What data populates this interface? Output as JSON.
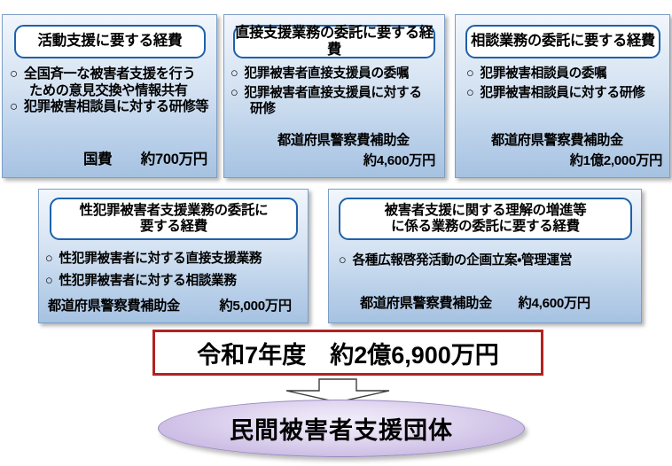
{
  "diagram": {
    "panels": [
      {
        "id": "activity-support",
        "title": "活動支援に要する経費",
        "bullets": [
          {
            "mark": "○",
            "text": "全国斉一な被害者支援を行う"
          },
          {
            "cont": "ための意見交換や情報共有"
          },
          {
            "mark": "○",
            "text": "犯罪被害相談員に対する研修等"
          }
        ],
        "amounts": [
          {
            "label": "国費",
            "value": "約700万円",
            "line": "国費　　約700万円"
          }
        ]
      },
      {
        "id": "direct-support-entrustment",
        "title": "直接支援業務の委託に要する経費",
        "bullets": [
          {
            "mark": "○",
            "text": "犯罪被害者直接支援員の委嘱"
          },
          {
            "mark": "○",
            "text": "犯罪被害者直接支援員に対する"
          },
          {
            "cont": "研修"
          }
        ],
        "amounts": [
          {
            "label": "都道府県警察費補助金",
            "value": "約4,600万円",
            "line": "都道府県警察費補助金"
          },
          {
            "label": "",
            "value": "約4,600万円",
            "line": "約4,600万円"
          }
        ]
      },
      {
        "id": "consultation-entrustment",
        "title": "相談業務の委託に要する経費",
        "bullets": [
          {
            "mark": "○",
            "text": "犯罪被害相談員の委嘱"
          },
          {
            "mark": "○",
            "text": "犯罪被害相談員に対する研修"
          }
        ],
        "amounts": [
          {
            "label": "都道府県警察費補助金",
            "value": "約1億2,000万円",
            "line": "都道府県警察費補助金"
          },
          {
            "label": "",
            "value": "約1億2,000万円",
            "line": "約1億2,000万円"
          }
        ]
      },
      {
        "id": "sex-crime-victim-support",
        "title": "性犯罪被害者支援業務の委託に\n要する経費",
        "bullets": [
          {
            "mark": "○",
            "text": "性犯罪被害者に対する直接支援業務"
          },
          {
            "mark": "○",
            "text": "性犯罪被害者に対する相談業務"
          }
        ],
        "amounts": [
          {
            "label": "都道府県警察費補助金",
            "value": "約5,000万円",
            "line": "都道府県警察費補助金　　　約5,000万円"
          }
        ]
      },
      {
        "id": "public-awareness",
        "title": "被害者支援に関する理解の増進等\nに係る業務の委託に要する経費",
        "bullets": [
          {
            "mark": "○",
            "text": "各種広報啓発活動の企画立案・管理運営"
          }
        ],
        "amounts": [
          {
            "label": "都道府県警察費補助金",
            "value": "約4,600万円",
            "line": "都道府県警察費補助金　　約4,600万円"
          }
        ]
      }
    ],
    "total": {
      "fiscal_year": "令和7年度",
      "amount": "約2億6,900万円",
      "text": "令和7年度　約2億6,900万円"
    },
    "recipient": {
      "label": "民間被害者支援団体"
    },
    "arrow": {
      "name": "down-arrow",
      "direction": "down"
    },
    "colors": {
      "panel_border": "#7d9ec4",
      "panel_gradient_top": "#f2f6fc",
      "panel_gradient_bottom": "#a6c2e2",
      "title_border": "#1f61ab",
      "total_border": "#b22222",
      "ellipse_fill": "#d2c5e8",
      "ellipse_border": "#9b8cc0"
    }
  }
}
